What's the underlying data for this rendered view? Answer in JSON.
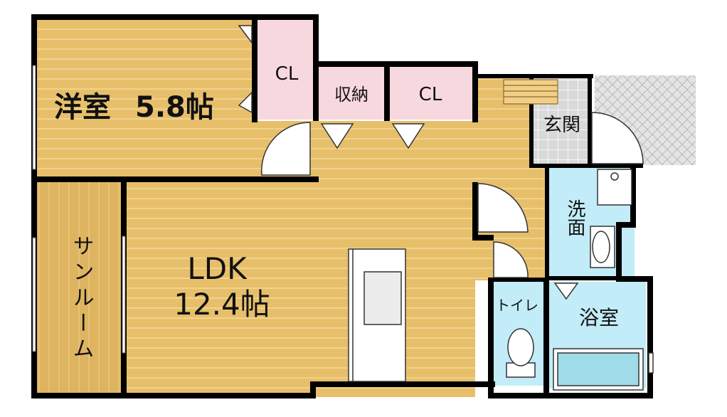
{
  "rooms": {
    "western": {
      "name": "洋室",
      "size": "5.8帖"
    },
    "ldk": {
      "name": "LDK",
      "size": "12.4帖"
    },
    "sunroom": {
      "name": "サンルーム"
    },
    "closet_a": {
      "name": "CL"
    },
    "closet_b": {
      "name": "CL"
    },
    "storage": {
      "name": "収納"
    },
    "entrance": {
      "name": "玄関"
    },
    "washroom": {
      "name": "洗面"
    },
    "toilet": {
      "name": "トイレ"
    },
    "bathroom": {
      "name": "浴室"
    }
  },
  "colors": {
    "floor_wood": "#e7bf6a",
    "floor_wood_stripe": "#f0d28e",
    "sunroom_floor": "#deb460",
    "closet_pink": "#f8d8df",
    "wet_area_blue": "#c2ecf7",
    "tile_gray": "#d9d9d9",
    "wall": "#000000"
  }
}
